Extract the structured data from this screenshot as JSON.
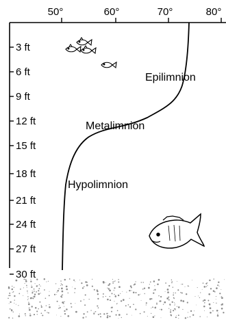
{
  "temperature_axis": {
    "ticks": [
      "50°",
      "60°",
      "70°",
      "80°"
    ]
  },
  "depth_axis": {
    "ticks": [
      "3 ft",
      "6 ft",
      "9 ft",
      "12 ft",
      "15 ft",
      "18 ft",
      "21 ft",
      "24 ft",
      "27 ft",
      "30 ft"
    ]
  },
  "zones": {
    "top": "Epilimnion",
    "middle": "Metalimnion",
    "bottom": "Hypolimnion"
  },
  "icons": {
    "small_fish": "small-fish-school-icon",
    "large_fish": "large-fish-icon",
    "lake_bottom": "sediment-texture"
  },
  "colors": {
    "ink": "#000000",
    "background": "#ffffff",
    "sediment": "#8c8c8c"
  }
}
